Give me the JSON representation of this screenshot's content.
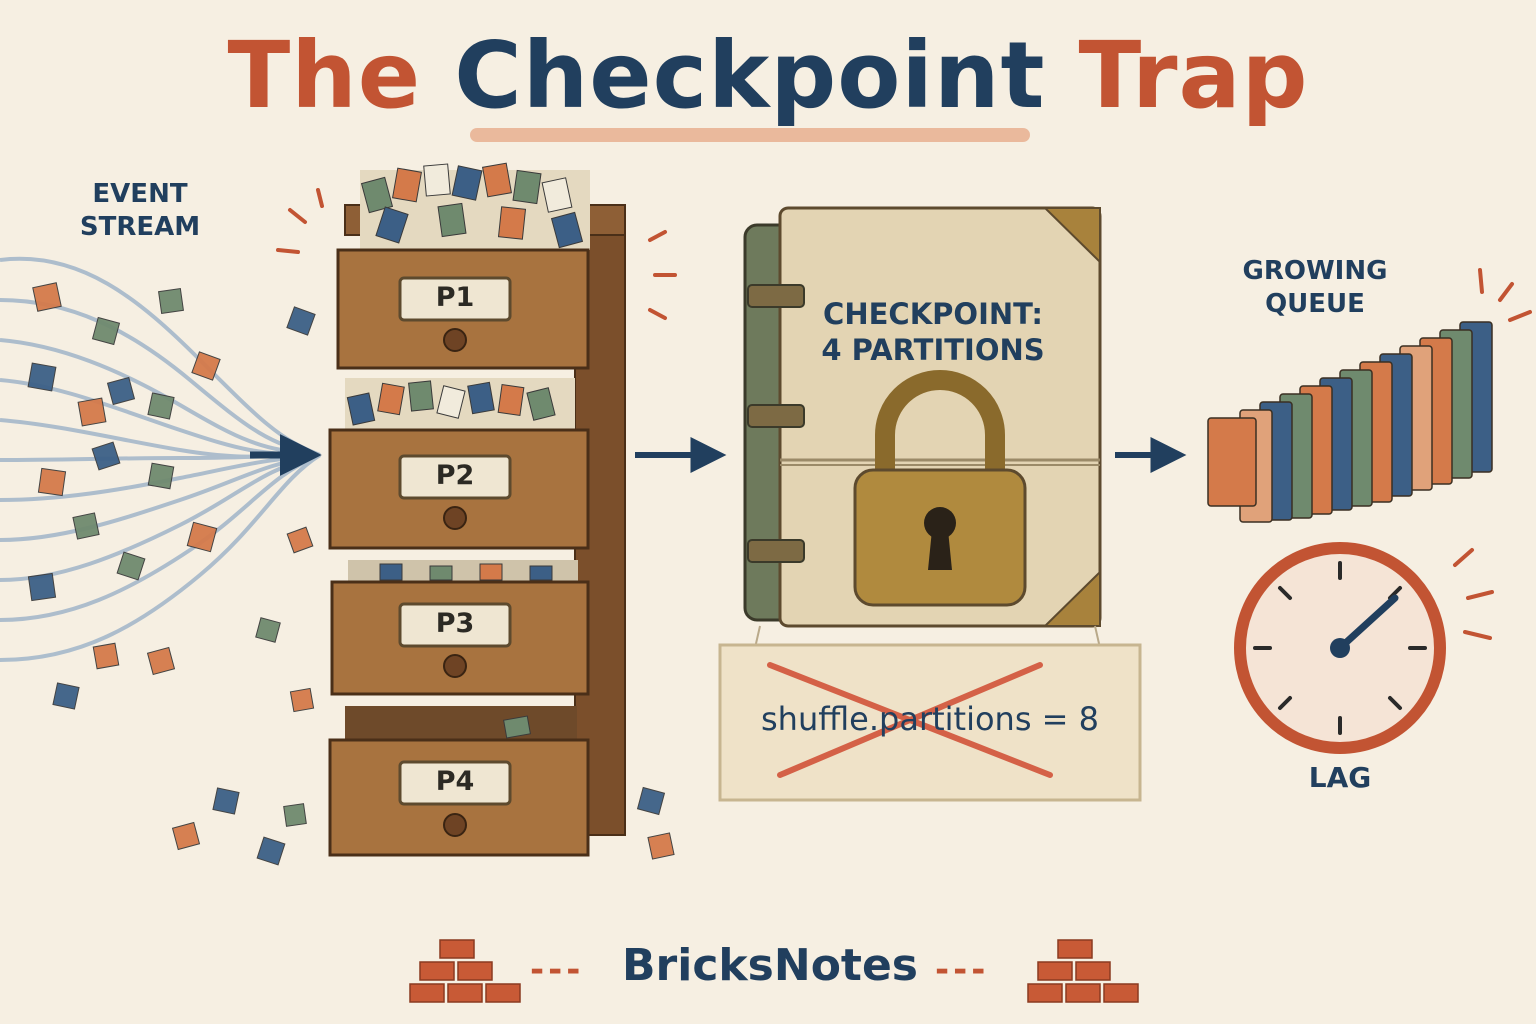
{
  "title": {
    "word1": "The",
    "word2": "Checkpoint",
    "word3": "Trap"
  },
  "input": {
    "label_line1": "EVENT",
    "label_line2": "STREAM"
  },
  "partitions": [
    "P1",
    "P2",
    "P3",
    "P4"
  ],
  "checkpoint": {
    "line1": "CHECKPOINT:",
    "line2": "4 PARTITIONS",
    "crossed_config": "shuffle.partitions = 8"
  },
  "queue": {
    "label_line1": "GROWING",
    "label_line2": "QUEUE"
  },
  "lag": {
    "label": "LAG"
  },
  "footer": {
    "brand": "BricksNotes"
  },
  "colors": {
    "navy": "#213f5e",
    "rust": "#c25433",
    "wood": "#9a6a3e",
    "brass": "#b08a3e",
    "parchment": "#e6d9bd"
  }
}
